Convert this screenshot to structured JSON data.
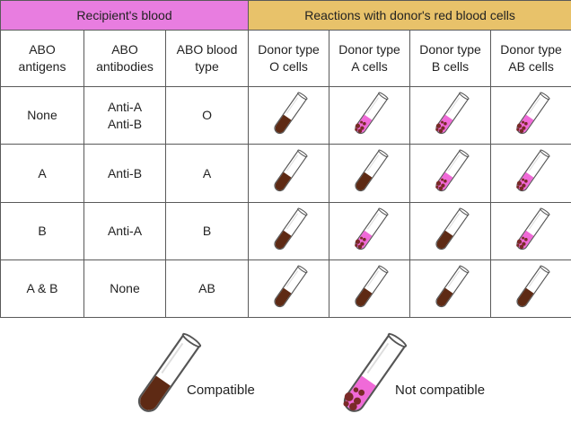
{
  "header": {
    "recipient": "Recipient's blood",
    "reactions": "Reactions with donor's red blood cells"
  },
  "columns": {
    "antigens": "ABO\nantigens",
    "antibodies": "ABO\nantibodies",
    "blood_type": "ABO blood\ntype",
    "donor_o": "Donor type\nO cells",
    "donor_a": "Donor type\nA cells",
    "donor_b": "Donor type\nB cells",
    "donor_ab": "Donor type\nAB cells"
  },
  "rows": [
    {
      "antigens": "None",
      "antibodies": "Anti-A\nAnti-B",
      "type": "O",
      "reactions": [
        "compatible",
        "not-compatible",
        "not-compatible",
        "not-compatible"
      ]
    },
    {
      "antigens": "A",
      "antibodies": "Anti-B",
      "type": "A",
      "reactions": [
        "compatible",
        "compatible",
        "not-compatible",
        "not-compatible"
      ]
    },
    {
      "antigens": "B",
      "antibodies": "Anti-A",
      "type": "B",
      "reactions": [
        "compatible",
        "not-compatible",
        "compatible",
        "not-compatible"
      ]
    },
    {
      "antigens": "A & B",
      "antibodies": "None",
      "type": "AB",
      "reactions": [
        "compatible",
        "compatible",
        "compatible",
        "compatible"
      ]
    }
  ],
  "legend": {
    "compatible": "Compatible",
    "not_compatible": "Not compatible"
  },
  "colors": {
    "recipient_header": "#e87de0",
    "reactions_header": "#e8c26a",
    "blood": "#5e2a14",
    "agglutinated_fluid": "#f06ad8",
    "clump": "#7a2a28"
  }
}
